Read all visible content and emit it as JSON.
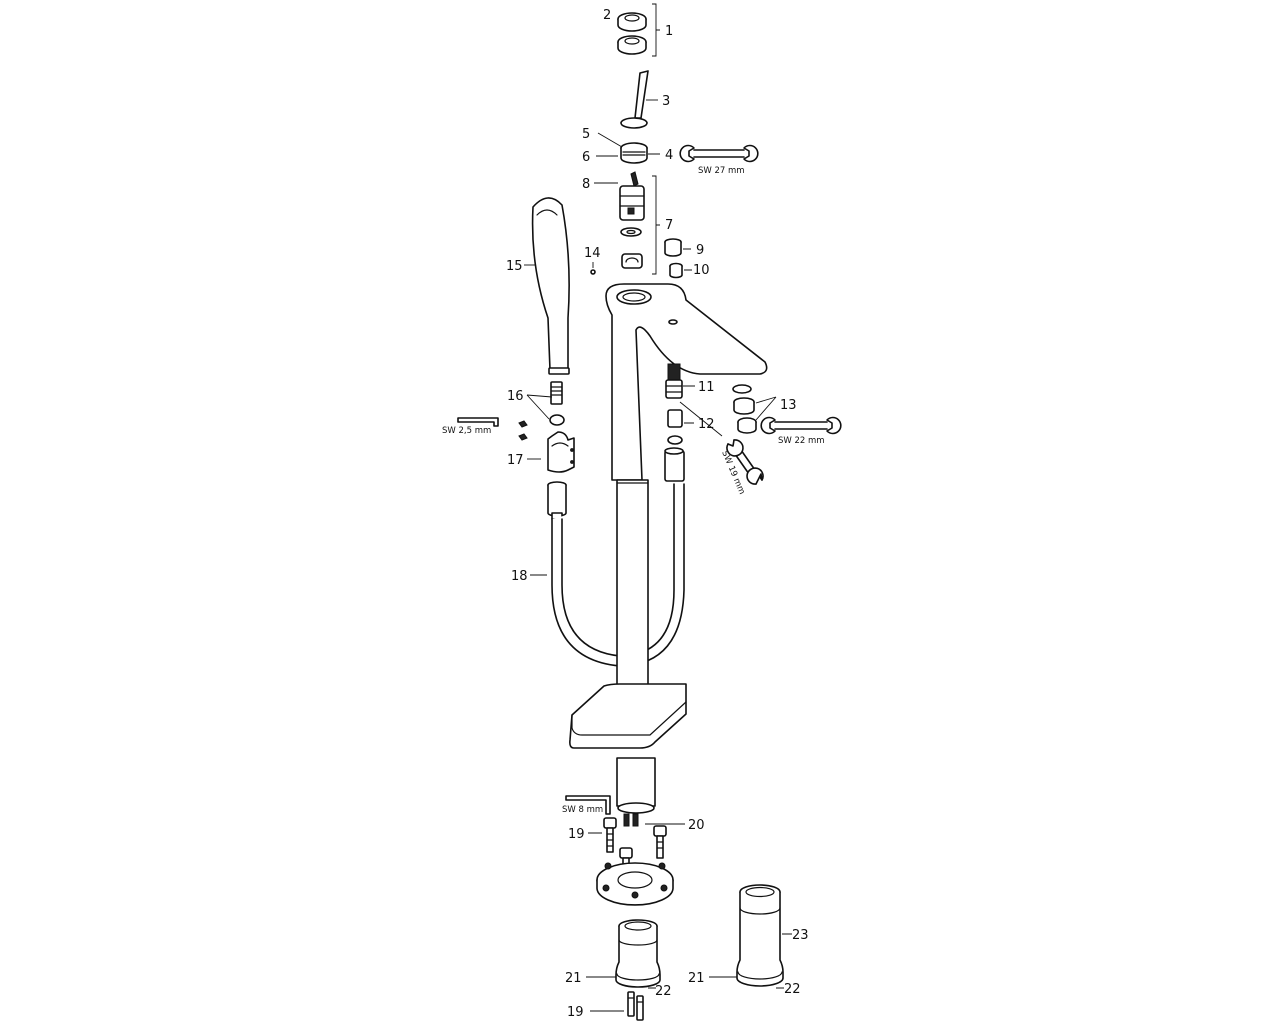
{
  "callouts": {
    "n1": "1",
    "n2": "2",
    "n3": "3",
    "n4": "4",
    "n5": "5",
    "n6": "6",
    "n7": "7",
    "n8": "8",
    "n9": "9",
    "n10": "10",
    "n11": "11",
    "n12": "12",
    "n13": "13",
    "n14": "14",
    "n15": "15",
    "n16": "16",
    "n17": "17",
    "n18": "18",
    "n19a": "19",
    "n19b": "19",
    "n20": "20",
    "n21a": "21",
    "n21b": "21",
    "n22a": "22",
    "n22b": "22",
    "n23": "23"
  },
  "tools": {
    "sw27": "SW 27 mm",
    "sw22": "SW 22 mm",
    "sw19": "SW 19 mm",
    "sw25": "SW 2,5 mm",
    "sw8": "SW 8 mm"
  }
}
